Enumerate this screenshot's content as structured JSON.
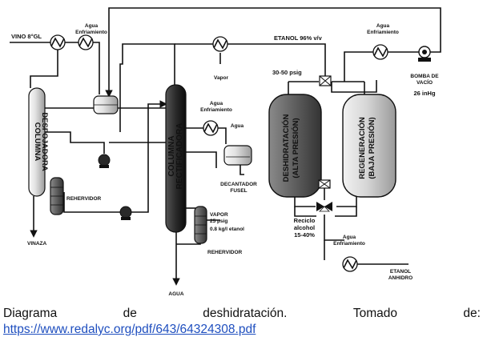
{
  "labels": {
    "vino": "VINO 8°GL",
    "agua_entr_1": [
      "Agua",
      "Enfriamiento"
    ],
    "etanol_96": "ETANOL 96% v/v",
    "agua_entr_2": [
      "Agua",
      "Enfriamiento"
    ],
    "bomba_vacio": [
      "BOMBA DE",
      "VACÍO"
    ],
    "vacio_26": "26 inHg",
    "psig_30_50": "30-50 psig",
    "vapor_top": "Vapor",
    "agua_entr_3": [
      "Agua",
      "Enfriamiento"
    ],
    "agua_small": "Agua",
    "decantador": [
      "DECANTADOR",
      "FUSEL"
    ],
    "rehervidor_1": "REHERVIDOR",
    "vapor_25": [
      "VAPOR",
      "25 psig",
      "0.8 kg/l etanol"
    ],
    "rehervidor_2": "REHERVIDOR",
    "vinaza": "VINAZA",
    "agua_bottom": "AGUA",
    "reciclo": [
      "Reciclo",
      "alcohol",
      "15-40%"
    ],
    "agua_entr_4": [
      "Agua",
      "Enfriamiento"
    ],
    "etanol_anhidro": [
      "ETANOL",
      "ANHIDRO"
    ]
  },
  "columns": {
    "despojadora": [
      "COLUMNA",
      "DESPOJADORA"
    ],
    "rectificadora": [
      "COLUMNA",
      "RECTIFICADORA"
    ],
    "deshidratacion": [
      "DESHIDRATACIÓN",
      "(ALTA PRESIÓN)"
    ],
    "regeneracion": [
      "REGENERACIÓN",
      "(BAJA PRESIÓN)"
    ]
  },
  "caption": {
    "words": [
      "Diagrama",
      "de",
      "deshidratación.",
      "Tomado",
      "de:"
    ],
    "link": "https://www.redalyc.org/pdf/643/64324308.pdf"
  }
}
